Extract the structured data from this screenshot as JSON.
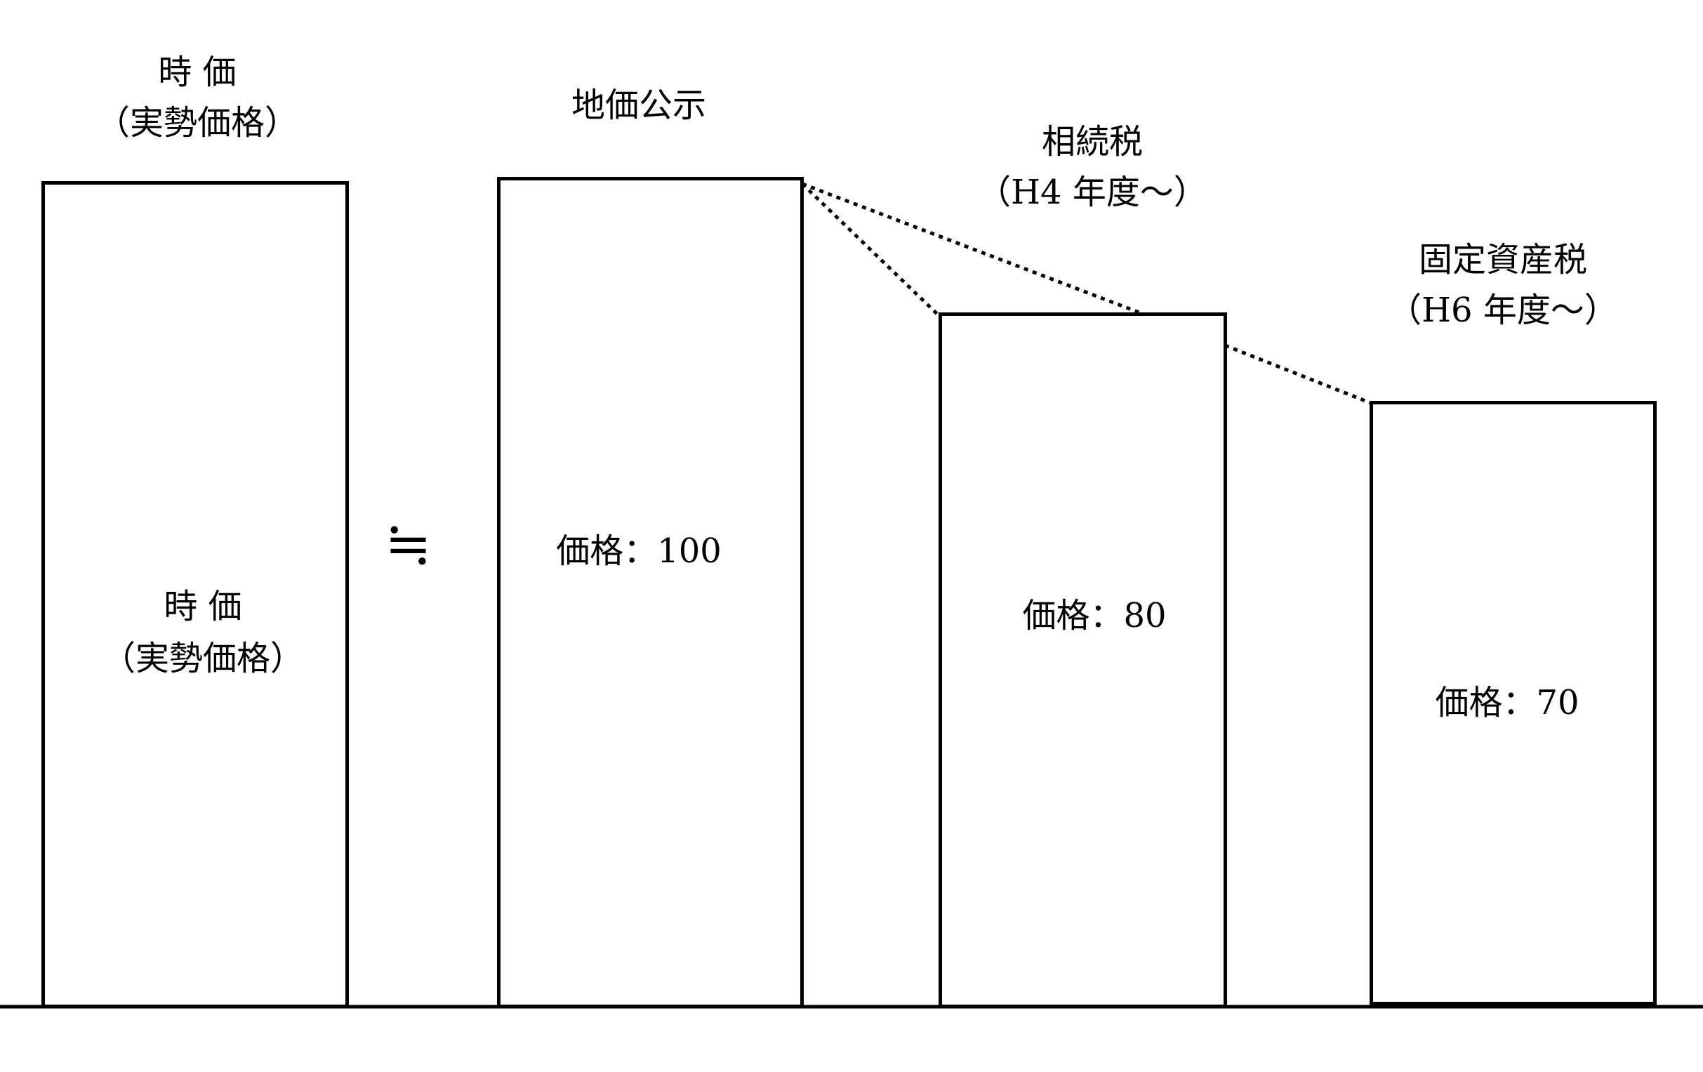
{
  "jika": {
    "header_line1": "時 価",
    "header_line2": "（実勢価格）",
    "inner_line1": "時 価",
    "inner_line2": "（実勢価格）"
  },
  "approx_symbol": "≒",
  "chika_koji": {
    "header": "地価公示",
    "price_text": "価格：100",
    "price_value": 100
  },
  "sozokuzei": {
    "header_line1": "相続税",
    "header_line2": "（H4 年度～）",
    "price_text": "価格：80",
    "price_value": 80
  },
  "kotei_shisanzei": {
    "header_line1": "固定資産税",
    "header_line2": "（H6 年度～）",
    "price_text": "価格：70",
    "price_value": 70
  }
}
